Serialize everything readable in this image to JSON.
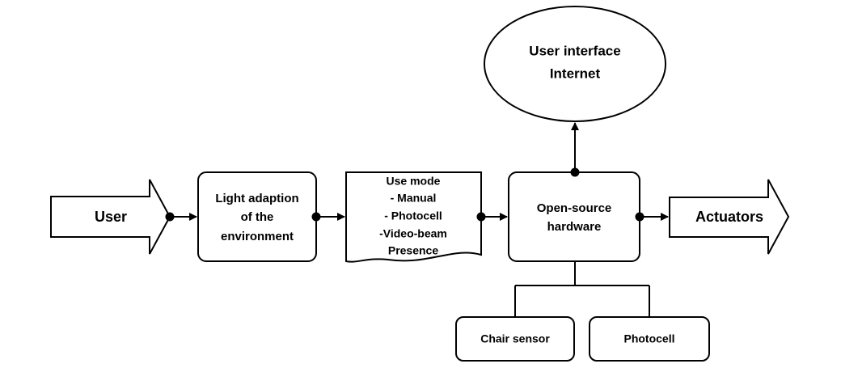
{
  "diagram": {
    "user": "User",
    "light_adaption": [
      "Light adaption",
      "of the",
      "environment"
    ],
    "use_mode": [
      "Use mode",
      "- Manual",
      "- Photocell",
      "-Video-beam",
      "Presence"
    ],
    "hardware": [
      "Open-source",
      "hardware"
    ],
    "actuators": "Actuators",
    "user_interface": [
      "User interface",
      "Internet"
    ],
    "chair_sensor": "Chair sensor",
    "photocell": "Photocell"
  }
}
